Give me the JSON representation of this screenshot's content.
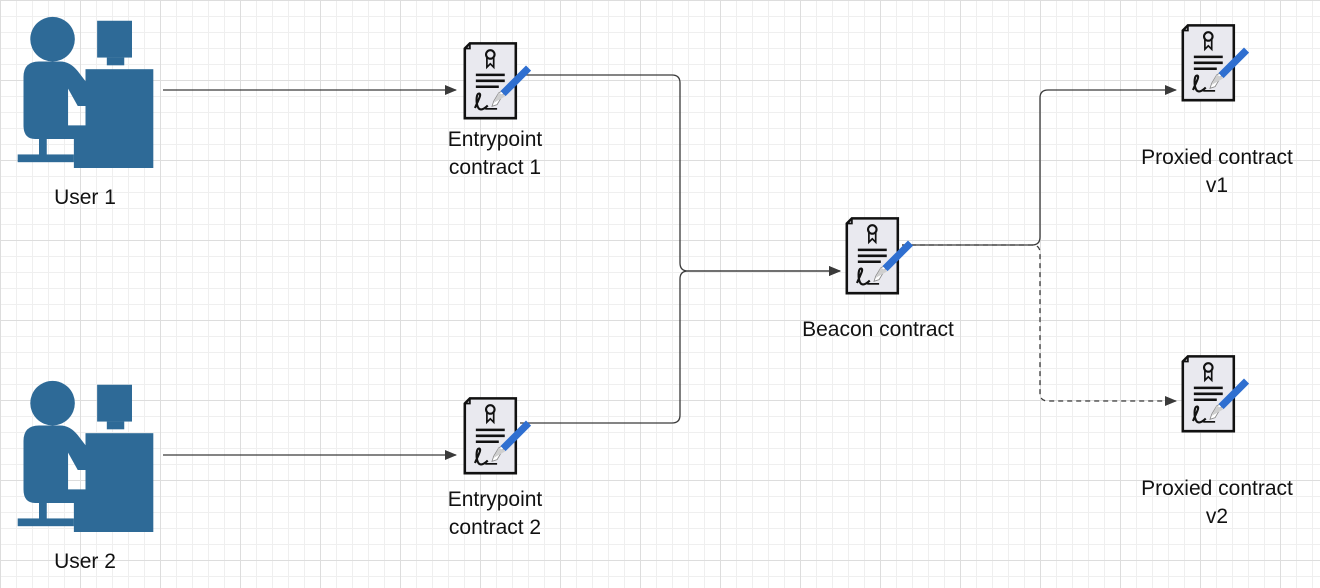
{
  "colors": {
    "user": "#2e6a97",
    "connector": "#3a3a3a",
    "doc_fill": "#e9e9ef",
    "doc_stroke": "#111111",
    "pen": "#2f6fd0"
  },
  "nodes": {
    "user1": {
      "label": "User 1",
      "icon": "user-at-computer-icon"
    },
    "user2": {
      "label": "User 2",
      "icon": "user-at-computer-icon"
    },
    "entry1": {
      "label": "Entrypoint\ncontract 1",
      "icon": "contract-document-icon"
    },
    "entry2": {
      "label": "Entrypoint\ncontract 2",
      "icon": "contract-document-icon"
    },
    "beacon": {
      "label": "Beacon contract",
      "icon": "contract-document-icon"
    },
    "proxied1": {
      "label": "Proxied contract\nv1",
      "icon": "contract-document-icon"
    },
    "proxied2": {
      "label": "Proxied contract\nv2",
      "icon": "contract-document-icon"
    }
  },
  "edges": [
    {
      "from": "user1",
      "to": "entry1",
      "style": "solid"
    },
    {
      "from": "user2",
      "to": "entry2",
      "style": "solid"
    },
    {
      "from": "entry1",
      "to": "beacon",
      "style": "solid"
    },
    {
      "from": "entry2",
      "to": "beacon",
      "style": "solid"
    },
    {
      "from": "beacon",
      "to": "proxied1",
      "style": "solid"
    },
    {
      "from": "beacon",
      "to": "proxied2",
      "style": "dashed"
    }
  ]
}
